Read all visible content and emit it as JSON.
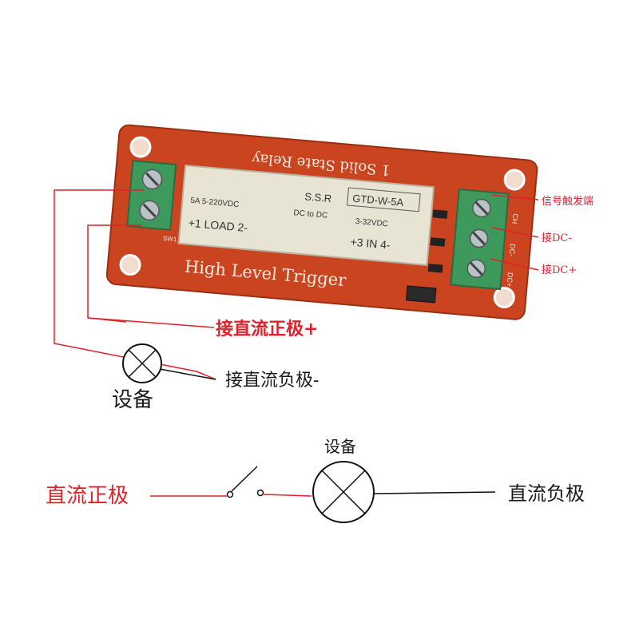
{
  "board": {
    "title_silkscreen": "1 Solid State Relay",
    "trigger_label": "High Level Trigger",
    "switch_label": "SW1",
    "pin_labels": [
      "CH",
      "DC-",
      "DC+"
    ],
    "relay": {
      "output_rating": "5A 5-220VDC",
      "output_pins": "+1 LOAD 2-",
      "type": "S.S.R",
      "type_sub": "DC to DC",
      "model": "GTD-W-5A",
      "input_rating": "3-32VDC",
      "input_pins": "+3 IN 4-"
    }
  },
  "callouts": {
    "signal_trigger": "信号触发端",
    "dc_minus": "接DC-",
    "dc_plus": "接DC+",
    "dc_positive": "接直流正极+",
    "dc_negative": "接直流负极-",
    "device": "设备"
  },
  "schematic": {
    "dc_positive": "直流正极",
    "device": "设备",
    "dc_negative": "直流负极"
  },
  "colors": {
    "pcb": "#c9441f",
    "terminal": "#3e9a5c",
    "relay_body": "#e8e4d4",
    "wire_red": "#e0202a",
    "label_red": "#e0202a"
  }
}
